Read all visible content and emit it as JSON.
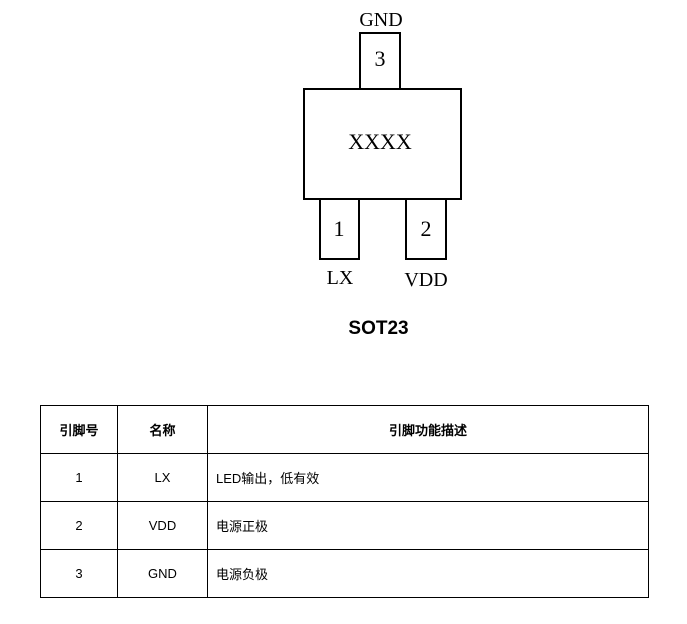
{
  "diagram": {
    "top_pin": {
      "number": "3",
      "label": "GND"
    },
    "body_label": "XXXX",
    "bottom_left_pin": {
      "number": "1",
      "label": "LX"
    },
    "bottom_right_pin": {
      "number": "2",
      "label": "VDD"
    },
    "package_name": "SOT23"
  },
  "table": {
    "headers": [
      "引脚号",
      "名称",
      "引脚功能描述"
    ],
    "rows": [
      {
        "pin": "1",
        "name": "LX",
        "desc": "LED输出，低有效"
      },
      {
        "pin": "2",
        "name": "VDD",
        "desc": "电源正极"
      },
      {
        "pin": "3",
        "name": "GND",
        "desc": "电源负极"
      }
    ]
  }
}
